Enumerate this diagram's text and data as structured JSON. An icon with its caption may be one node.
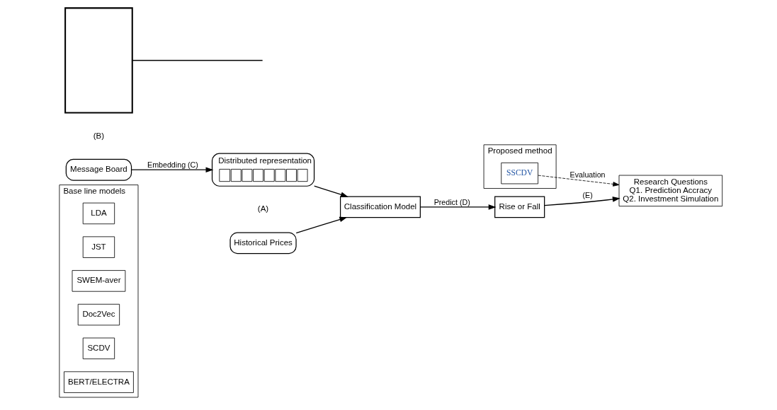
{
  "diagram": {
    "nodes": [
      {
        "text": [
          "Base line models"
        ]
      },
      {
        "text": [
          "LDA"
        ],
        "in": 0
      },
      {
        "text": [
          "JST"
        ],
        "in": 0
      },
      {
        "text": [
          "SWEM-aver"
        ],
        "in": 0
      },
      {
        "text": [
          "Doc2Vec"
        ],
        "in": 0
      },
      {
        "text": [
          "SCDV"
        ],
        "in": 0
      },
      {
        "text": [
          "BERT/ELECTRA"
        ],
        "in": 0
      },
      {
        "text": [
          "Proposed method"
        ]
      },
      {
        "text": [
          "SSCDV"
        ],
        "in": 7
      },
      {
        "text": [],
        "shape": "box"
      },
      {
        "text": [
          "Research Questions",
          "Q1. Prediction Accracy",
          "Q2. Investment Simulation"
        ]
      },
      {
        "text": [
          "Message Board"
        ],
        "beside": [
          "(B)"
        ]
      },
      {
        "text": [
          "Distributed representation"
        ]
      },
      {
        "text": [
          "Historical Prices"
        ],
        "beside": [
          "(A)"
        ]
      },
      {
        "text": [
          "Classification Model"
        ]
      },
      {
        "text": [
          "Rise or Fall"
        ]
      }
    ],
    "edges": [
      {
        "from": 8,
        "to": 10,
        "arrow": "to",
        "style": "dashed",
        "label": "Evaluation"
      },
      {
        "from": 9,
        "to": null,
        "arrow": "none"
      },
      {
        "from": 11,
        "to": 12,
        "arrow": "to",
        "label": "Embedding (C)"
      },
      {
        "from": 12,
        "to": 14,
        "arrow": "to"
      },
      {
        "from": 13,
        "to": 14,
        "arrow": "to"
      },
      {
        "from": 14,
        "to": 15,
        "arrow": "to",
        "label": "Predict (D)"
      },
      {
        "from": 15,
        "to": 10,
        "arrow": "to",
        "label": "(E)"
      }
    ]
  }
}
